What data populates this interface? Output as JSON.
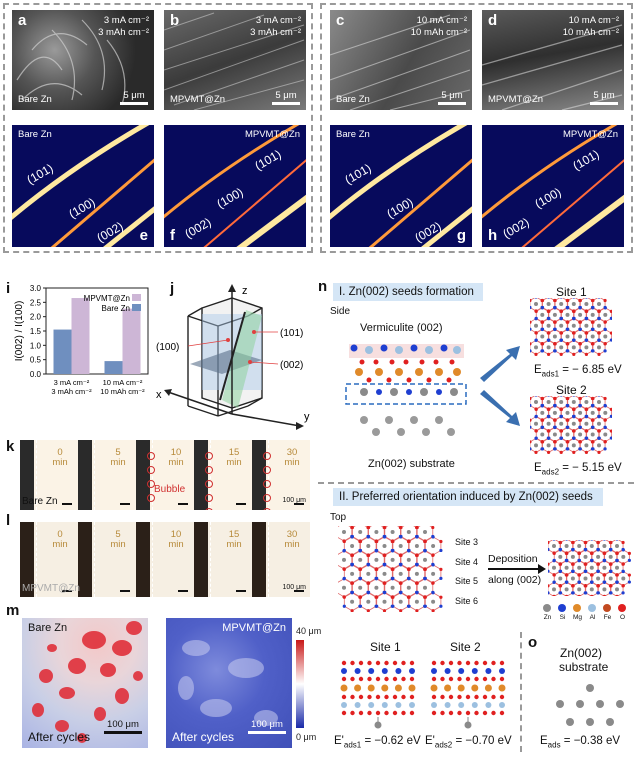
{
  "panels": {
    "a": "a",
    "b": "b",
    "c": "c",
    "d": "d",
    "e": "e",
    "f": "f",
    "g": "g",
    "h": "h",
    "i": "i",
    "j": "j",
    "k": "k",
    "l": "l",
    "m": "m",
    "n": "n",
    "o": "o"
  },
  "sem": {
    "a": {
      "line1": "3 mA cm⁻²",
      "line2": "3 mAh cm⁻²",
      "label": "Bare Zn",
      "scale": "5 μm"
    },
    "b": {
      "line1": "3 mA cm⁻²",
      "line2": "3 mAh cm⁻²",
      "label": "MPVMT@Zn",
      "scale": "5 μm"
    },
    "c": {
      "line1": "10 mA cm⁻²",
      "line2": "10 mAh cm⁻²",
      "label": "Bare Zn",
      "scale": "5 μm"
    },
    "d": {
      "line1": "10 mA cm⁻²",
      "line2": "10 mAh cm⁻²",
      "label": "MPVMT@Zn",
      "scale": "5 μm"
    }
  },
  "xrd": {
    "e": "Bare Zn",
    "f": "MPVMT@Zn",
    "g": "Bare Zn",
    "h": "MPVMT@Zn",
    "p101": "(101)",
    "p100": "(100)",
    "p002": "(002)"
  },
  "chart_data": {
    "type": "bar",
    "categories": [
      "3 mA cm⁻²\n3 mAh cm⁻²",
      "10 mA cm⁻²\n10 mAh cm⁻²"
    ],
    "cat_line1": [
      "3 mA cm⁻²",
      "10 mA cm⁻²"
    ],
    "cat_line2": [
      "3 mAh cm⁻²",
      "10 mAh cm⁻²"
    ],
    "series": [
      {
        "name": "Bare Zn",
        "values": [
          1.55,
          0.45
        ],
        "color": "#6f8fbf"
      },
      {
        "name": "MPVMT@Zn",
        "values": [
          2.65,
          2.28
        ],
        "color": "#cdb6d6"
      }
    ],
    "ylabel": "I(002) / I(100)",
    "ylim": [
      0,
      3.0
    ],
    "yticks": [
      "0.0",
      "0.5",
      "1.0",
      "1.5",
      "2.0",
      "2.5",
      "3.0"
    ],
    "legend": "top-right"
  },
  "crystal": {
    "z": "z",
    "x": "x",
    "y": "y",
    "p100": "(100)",
    "p101": "(101)",
    "p002": "(002)"
  },
  "kl": {
    "k_label": "Bare Zn",
    "l_label": "MPVMT@Zn",
    "times": [
      "0\nmin",
      "5\nmin",
      "10\nmin",
      "15\nmin",
      "30\nmin"
    ],
    "t0": "0",
    "t1": "5",
    "t2": "10",
    "t3": "15",
    "t4": "30",
    "unit": "min",
    "bubble": "Bubble",
    "scale": "100 μm"
  },
  "m": {
    "left_label": "Bare Zn",
    "right_label": "MPVMT@Zn",
    "after": "After cycles",
    "scale": "100 μm",
    "cbar_top": "40 μm",
    "cbar_bot": "0 μm"
  },
  "n": {
    "section1": "I. Zn(002) seeds formation",
    "side": "Side",
    "vermiculite": "Vermiculite (002)",
    "substrate": "Zn(002) substrate",
    "site1": "Site 1",
    "site2": "Site 2",
    "e1": "= − 6.85 eV",
    "e2": "= − 5.15 eV",
    "eads1": "E",
    "sub1": "ads1",
    "sub2": "ads2",
    "section2": "II. Preferred orientation induced by Zn(002) seeds",
    "top": "Top",
    "sites": [
      "Site 3",
      "Site 4",
      "Site 5",
      "Site 6"
    ],
    "deposition": "Deposition",
    "along": "along (002)",
    "legend": [
      "Zn",
      "Si",
      "Mg",
      "Al",
      "Fe",
      "O"
    ],
    "legend_colors": [
      "#8a8a8a",
      "#1f3fd1",
      "#e08a2a",
      "#9cc0e0",
      "#c24a20",
      "#e02020"
    ],
    "b_site1": "Site 1",
    "b_site2": "Site 2",
    "ep1": "= −0.62 eV",
    "ep2": "= −0.70 eV",
    "sub_p1": "ads1",
    "sub_p2": "ads2"
  },
  "o": {
    "title": "Zn(002)",
    "sub": "substrate",
    "energy": "= −0.38 eV",
    "sub_e": "ads"
  }
}
